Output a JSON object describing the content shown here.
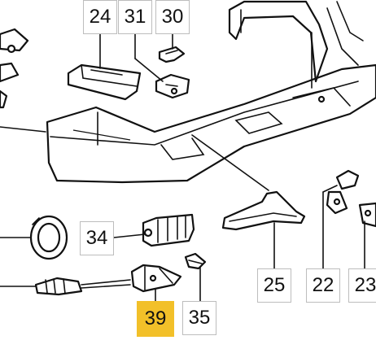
{
  "callouts": {
    "p24": "24",
    "p31": "31",
    "p30": "30",
    "p34": "34",
    "p25": "25",
    "p22": "22",
    "p23": "23",
    "p39": "39",
    "p35": "35"
  },
  "colors": {
    "highlight": "#f2c029",
    "ink": "#111111",
    "callout_border": "#bdbdbd"
  }
}
